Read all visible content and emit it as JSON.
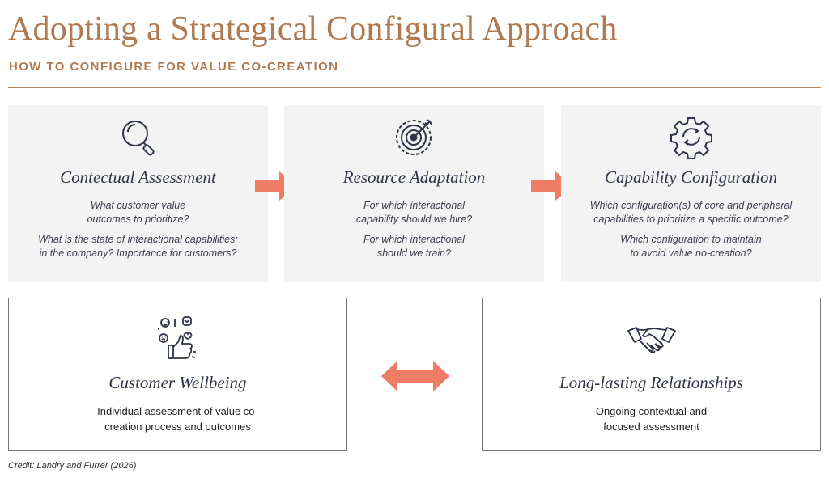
{
  "title": "Adopting a Strategical Configural Approach",
  "subtitle": "HOW TO CONFIGURE FOR VALUE CO-CREATION",
  "steps": [
    {
      "heading": "Contectual Assessment",
      "q1": "What customer value\noutcomes to prioritize?",
      "q2": "What is the state of interactional capabilities:\nin the company? Importance for customers?",
      "icon": "magnifier-icon"
    },
    {
      "heading": "Resource Adaptation",
      "q1": "For which interactional\ncapability should we hire?",
      "q2": "For which interactional\nshould we train?",
      "icon": "target-icon"
    },
    {
      "heading": "Capability Configuration",
      "q1": "Which configuration(s) of core and peripheral\ncapabilities to prioritize a specific outcome?",
      "q2": "Which configuration to maintain\nto avoid value no-creation?",
      "icon": "gear-cycle-icon"
    }
  ],
  "outcomes": [
    {
      "heading": "Customer Wellbeing",
      "description": "Individual assessment of value co-\ncreation process and outcomes",
      "icon": "thumbs-up-emoji-icon"
    },
    {
      "heading": "Long-lasting Relationships",
      "description": "Ongoing contextual and\nfocused assessment",
      "icon": "handshake-icon"
    }
  ],
  "credit": "Credit: Landry and Furrer (2026)",
  "colors": {
    "accent": "#b07a50",
    "arrow": "#ef7d66",
    "panel": "#f3f3f3",
    "heading": "#2f3348"
  }
}
